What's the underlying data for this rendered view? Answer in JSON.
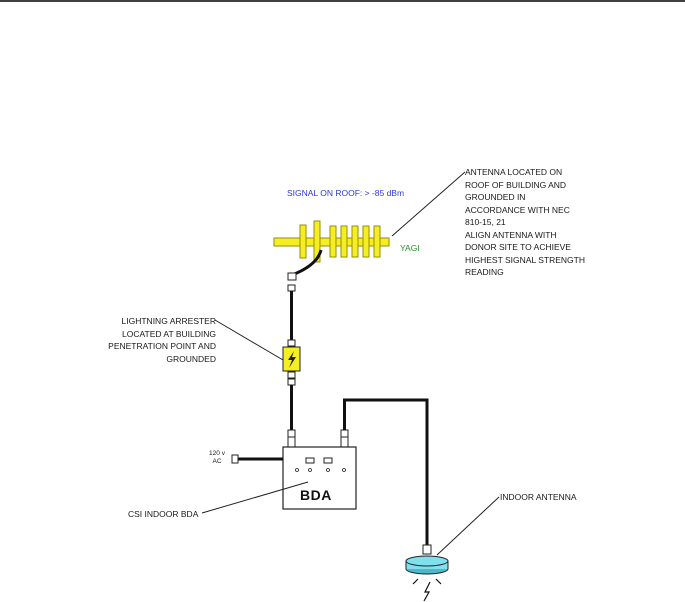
{
  "labels": {
    "signal_on_roof": "SIGNAL ON ROOF: > -85 dBm",
    "yagi": "YAGI",
    "antenna_note": "ANTENNA LOCATED ON\nROOF OF BUILDING AND\nGROUNDED IN\nACCORDANCE WITH NEC\n810-15, 21\nALIGN ANTENNA WITH\nDONOR SITE TO ACHIEVE\nHIGHEST SIGNAL STRENGTH\nREADING",
    "lightning_note": "LIGHTNING ARRESTER\nLOCATED AT BUILDING\nPENETRATION POINT AND\nGROUNDED",
    "power": "120 v\nAC",
    "bda": "BDA",
    "csi_indoor_bda": "CSI INDOOR BDA",
    "indoor_antenna": "INDOOR ANTENNA"
  },
  "colors": {
    "yagi_fill": "#f5ee24",
    "arrester_fill": "#f5ee24",
    "indoor_antenna_fill": "#7fe0ee",
    "cable": "#111111",
    "signal_text": "#2b3bd1",
    "yagi_text": "#2e8b2e"
  }
}
